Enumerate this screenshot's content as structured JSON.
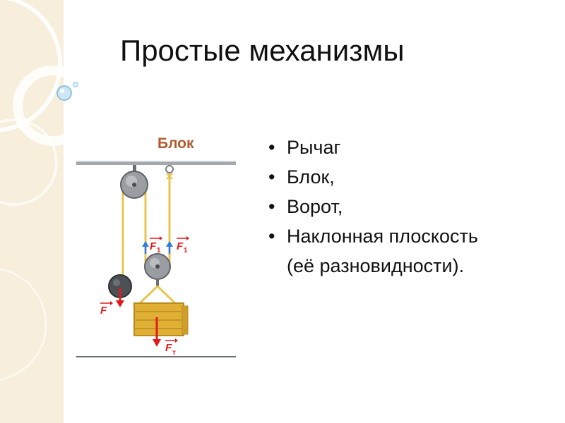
{
  "slide": {
    "title": "Простые механизмы",
    "bullets": [
      {
        "lines": [
          "Рычаг"
        ]
      },
      {
        "lines": [
          "Блок,"
        ]
      },
      {
        "lines": [
          "Ворот,"
        ]
      },
      {
        "lines": [
          "Наклонная плоскость",
          "(её разновидности)."
        ]
      }
    ]
  },
  "figure": {
    "caption": "Блок",
    "labels": {
      "force_f": "F",
      "force_f1": "F",
      "sub_1": "1",
      "force_ft": "F",
      "sub_t": "т"
    }
  },
  "colors": {
    "side_strip": "#f7eedb",
    "caption": "#b25a2e",
    "force_arrow": "#e01b1b",
    "tension_arrow": "#2f7de0",
    "rope": "#e8c650",
    "crate": "#e0b035"
  }
}
